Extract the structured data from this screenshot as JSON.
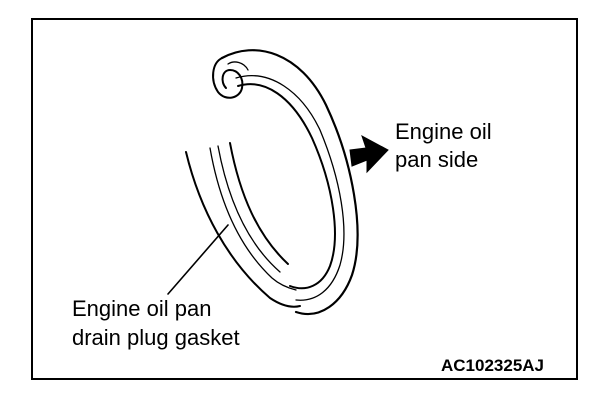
{
  "labels": {
    "pan_side_line1": "Engine oil",
    "pan_side_line2": "pan side",
    "gasket_line1": "Engine oil pan",
    "gasket_line2": "drain plug gasket",
    "figure_code": "AC102325AJ"
  },
  "icons": {
    "direction_arrow": "right-arrow-icon"
  }
}
